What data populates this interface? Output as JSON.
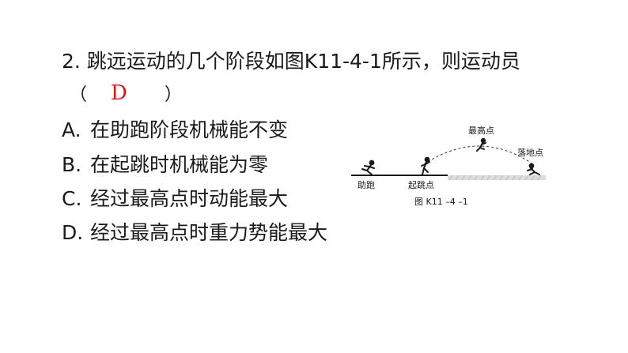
{
  "question": {
    "stem": "2. 跳远运动的几个阶段如图K11-4-1所示，则运动员",
    "paren_open": "（",
    "paren_close": "）",
    "answer": "D"
  },
  "options": [
    {
      "label": "A.",
      "text": "在助跑阶段机械能不变"
    },
    {
      "label": "B.",
      "text": "在起跳时机械能为零"
    },
    {
      "label": "C.",
      "text": "经过最高点时动能最大"
    },
    {
      "label": "D.",
      "text": "经过最高点时重力势能最大"
    }
  ],
  "figure": {
    "label_peak": "最高点",
    "label_landing": "落地点",
    "label_runup": "助跑",
    "label_takeoff": "起跳点",
    "caption": "图 K11 –4 –1"
  }
}
